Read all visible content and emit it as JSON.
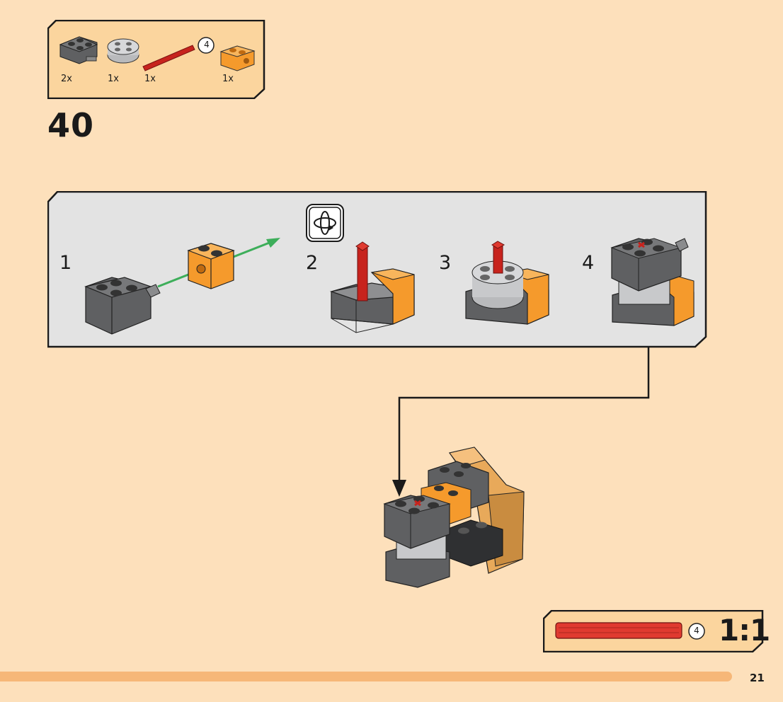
{
  "parts": [
    {
      "name": "dark-gray-brick-2x2-with-pin",
      "qty": "2x"
    },
    {
      "name": "light-gray-round-brick-2x2",
      "qty": "1x"
    },
    {
      "name": "red-axle",
      "qty": "1x",
      "length": "4"
    },
    {
      "name": "orange-technic-brick-1x2",
      "qty": "1x"
    }
  ],
  "step_number": "40",
  "substeps": [
    "1",
    "2",
    "3",
    "4"
  ],
  "scale": {
    "length": "4",
    "label": "1:1"
  },
  "page_number": "21",
  "colors": {
    "background": "#fde0bb",
    "panel": "#e3e3e3",
    "dark_gray": "#5f6062",
    "light_gray": "#c8c9cb",
    "orange": "#f59a2c",
    "red": "#c7231d",
    "green_arrow": "#3dae5a"
  }
}
